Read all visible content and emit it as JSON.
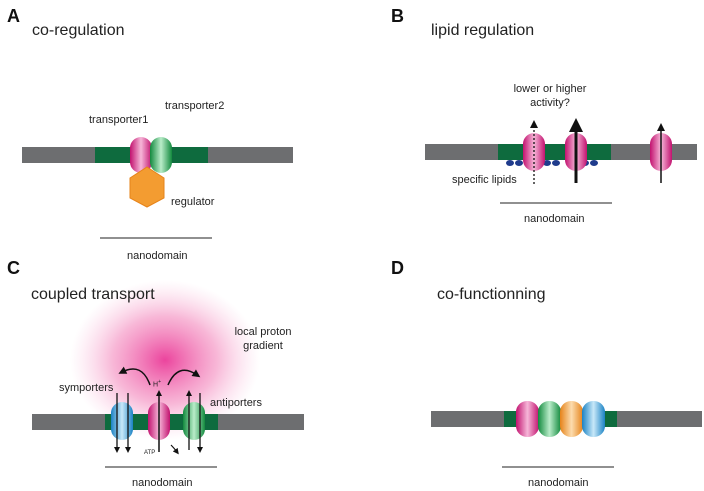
{
  "panels": {
    "a": {
      "letter": "A",
      "title": "co-regulation",
      "transporter1": "transporter1",
      "transporter2": "transporter2",
      "regulator": "regulator",
      "nanodomain": "nanodomain"
    },
    "b": {
      "letter": "B",
      "title": "lipid regulation",
      "question_line1": "lower or higher",
      "question_line2": "activity?",
      "specific_lipids": "specific lipids",
      "nanodomain": "nanodomain"
    },
    "c": {
      "letter": "C",
      "title": "coupled transport",
      "gradient_line1": "local proton",
      "gradient_line2": "gradient",
      "symporters": "symporters",
      "antiporters": "antiporters",
      "proton": "H",
      "proton_charge": "+",
      "atp": "ATP",
      "nanodomain": "nanodomain"
    },
    "d": {
      "letter": "D",
      "title": "co-functionning",
      "nanodomain": "nanodomain"
    }
  },
  "colors": {
    "membrane": "#6d6e70",
    "nanodomain": "#0e6b3e",
    "pink": "#e0218a",
    "green": "#22a852",
    "blue": "#3aa3dc",
    "orange": "#f39c31",
    "lipid": "#1f3b8c",
    "proton_cloud": "#ea4c98"
  }
}
